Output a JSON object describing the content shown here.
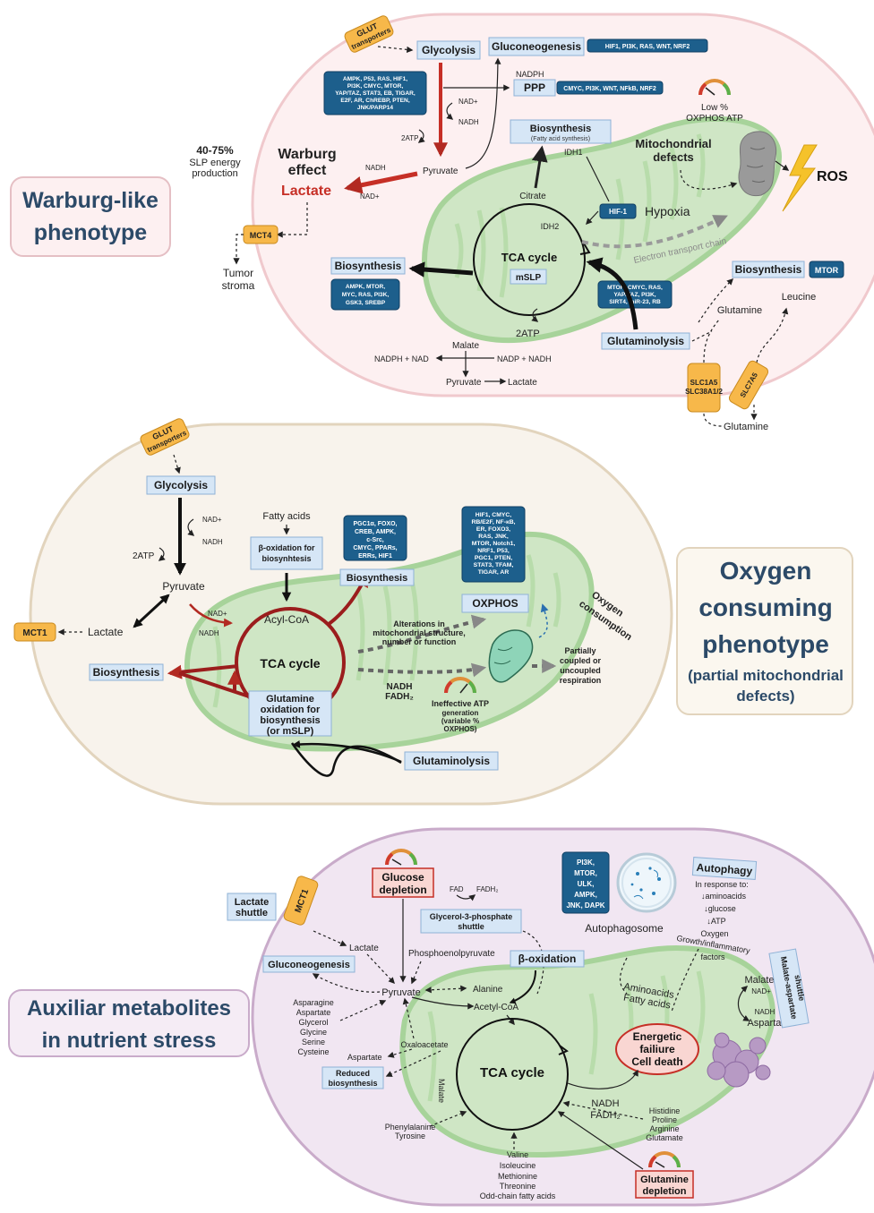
{
  "p1": {
    "title": [
      "Warburg-like",
      "phenotype"
    ],
    "glut": [
      "GLUT",
      "transporters"
    ],
    "glycolysis": "Glycolysis",
    "gluconeogenesis": "Gluconeogenesis",
    "gluco_genes": "HIF1, PI3K, RAS, WNT, NRF2",
    "nadph": "NADPH",
    "ppp": "PPP",
    "ppp_genes": "CMYC, PI3K, WNT, NFkB, NRF2",
    "glyco_genes": [
      "AMPK, P53, RAS, HIF1,",
      "PI3K, CMYC, MTOR,",
      "YAP/TAZ, STAT3, EB, TIGAR,",
      "E2F, AR, ChREBP, PTEN,",
      "JNK/PARP14"
    ],
    "nad_plus": "NAD+",
    "nadh": "NADH",
    "two_atp": "2ATP",
    "slp_pct": "40-75%",
    "slp_text": [
      "SLP energy",
      "production"
    ],
    "warburg": [
      "Warburg",
      "effect"
    ],
    "lactate": "Lactate",
    "nadh2": "NADH",
    "nad2": "NAD+",
    "pyruvate": "Pyruvate",
    "mct4": "MCT4",
    "tumor_stroma": [
      "Tumor",
      "stroma"
    ],
    "biosyn_fa": "Biosynthesis",
    "biosyn_fa_sub": "(Fatty acid synthesis)",
    "idh1": "IDH1",
    "citrate": "Citrate",
    "idh2": "IDH2",
    "hif1": "HIF-1",
    "hypoxia": "Hypoxia",
    "mito_defects": [
      "Mitochondrial",
      "defects"
    ],
    "gauge_text": [
      "Low %",
      "OXPHOS ATP"
    ],
    "ros": "ROS",
    "etc": "Electron transport chain",
    "tca": "TCA cycle",
    "mslp": "mSLP",
    "biosyn_left": "Biosynthesis",
    "biosyn_left_genes": [
      "AMPK, MTOR,",
      "MYC, RAS, PI3K,",
      "GSK3, SREBP"
    ],
    "tca_genes": [
      "MTOR, CMYC, RAS,",
      "YAP/TAZ, PI3K,",
      "SIRT4, miR-23, RB"
    ],
    "biosyn_right": "Biosynthesis",
    "mtor": "MTOR",
    "leucine": "Leucine",
    "glutamine": "Glutamine",
    "glutaminolysis": "Glutaminolysis",
    "atp2": "2ATP",
    "malate": "Malate",
    "nadph_nad": "NADPH + NAD",
    "nadp_nadh": "NADP + NADH",
    "pyruvate2": "Pyruvate",
    "lactate2": "Lactate",
    "slc1a5": [
      "SLC1A5",
      "SLC38A1/2"
    ],
    "slc7a5": "SLC7A5",
    "glutamine2": "Glutamine"
  },
  "p2": {
    "title": [
      "Oxygen",
      "consuming",
      "phenotype"
    ],
    "subtitle": [
      "(partial mitochondrial",
      "defects)"
    ],
    "glut": [
      "GLUT",
      "transporters"
    ],
    "glycolysis": "Glycolysis",
    "nad_plus": "NAD+",
    "nadh": "NADH",
    "two_atp": "2ATP",
    "pyruvate": "Pyruvate",
    "mct1": "MCT1",
    "lactate": "Lactate",
    "biosyn_left": "Biosynthesis",
    "fatty_acids": "Fatty acids",
    "beta_ox": [
      "β-oxidation for",
      "biosynhtesis"
    ],
    "nad2": "NAD+",
    "nadh2": "NADH",
    "acyl_coa": "Acyl-CoA",
    "tca": "TCA cycle",
    "glutamine_ox": [
      "Glutamine",
      "oxidation for",
      "biosynthesis",
      "(or mSLP)"
    ],
    "genes1": [
      "PGC1α, FOXO,",
      "CREB, AMPK,",
      "c-Src,",
      "CMYC, PPARs,",
      "ERRs, HIF1"
    ],
    "biosyn_mid": "Biosynthesis",
    "genes2": [
      "HIF1, CMYC,",
      "RB/E2F, NF-κB,",
      "ER, FOXO3,",
      "RAS, JNK,",
      "MTOR, Notch1,",
      "NRF1, P53,",
      "PGC1, PTEN,",
      "STAT3, TFAM,",
      "TIGAR, AR"
    ],
    "oxphos": "OXPHOS",
    "oxygen": [
      "Oxygen",
      "consumption"
    ],
    "alterations": [
      "Alterations in",
      "mitochondrial structure,",
      "number or function"
    ],
    "partially": [
      "Partially",
      "coupled or",
      "uncoupled",
      "respiration"
    ],
    "nadh_fadh": [
      "NADH",
      "FADH₂"
    ],
    "ineffective": [
      "Ineffective ATP",
      "generation",
      "(variable %",
      "OXPHOS)"
    ],
    "glutaminolysis": "Glutaminolysis"
  },
  "p3": {
    "title": [
      "Auxiliar metabolites",
      "in nutrient stress"
    ],
    "lactate_shuttle": [
      "Lactate",
      "shuttle"
    ],
    "mct1": "MCT1",
    "glucose_dep": [
      "Glucose",
      "depletion"
    ],
    "fad": "FAD",
    "fadh2": "FADH₂",
    "g3p": [
      "Glycerol-3-phosphate",
      "shuttle"
    ],
    "genes": [
      "PI3K,",
      "MTOR,",
      "ULK,",
      "AMPK,",
      "JNK, DAPK"
    ],
    "autophagosome": "Autophagosome",
    "autophagy": "Autophagy",
    "response": [
      "In response to:",
      "↓aminoacids",
      "↓glucose",
      "↓ATP",
      "Oxygen",
      "Growth/inflammatory",
      "factors"
    ],
    "lactate": "Lactate",
    "gluconeogenesis": "Gluconeogenesis",
    "pep": "Phosphoenolpyruvate",
    "beta_ox": "β-oxidation",
    "pyruvate": "Pyruvate",
    "alanine": "Alanine",
    "acetyl_coa": "Acetyl-CoA",
    "amino_list": [
      "Asparagine",
      "Aspartate",
      "Glycerol",
      "Glycine",
      "Serine",
      "Cysteine"
    ],
    "oxaloacetate": "Oxaloacetate",
    "aspartate": "Aspartate",
    "reduced": [
      "Reduced",
      "biosynthesis"
    ],
    "malate_v": "Malate",
    "tca": "TCA cycle",
    "aminoacids_fa": [
      "Aminoacids",
      "Fatty acids"
    ],
    "energetic": [
      "Energetic",
      "failiure",
      "Cell death"
    ],
    "malate": "Malate",
    "nad_plus": "NAD+",
    "nadh": "NADH",
    "aspartate2": "Aspartate",
    "mas": [
      "Malate-aspartate",
      "shuttle"
    ],
    "nadh_fadh": [
      "NADH",
      "FADH₂"
    ],
    "his_list": [
      "Histidine",
      "Proline",
      "Arginine",
      "Glutamate"
    ],
    "phe_list": [
      "Phenylalanine",
      "Tyrosine"
    ],
    "val_list": [
      "Valine",
      "Isoleucine",
      "Methionine",
      "Threonine",
      "Odd-chain fatty acids"
    ],
    "glutamine_dep": [
      "Glutamine",
      "depletion"
    ]
  }
}
